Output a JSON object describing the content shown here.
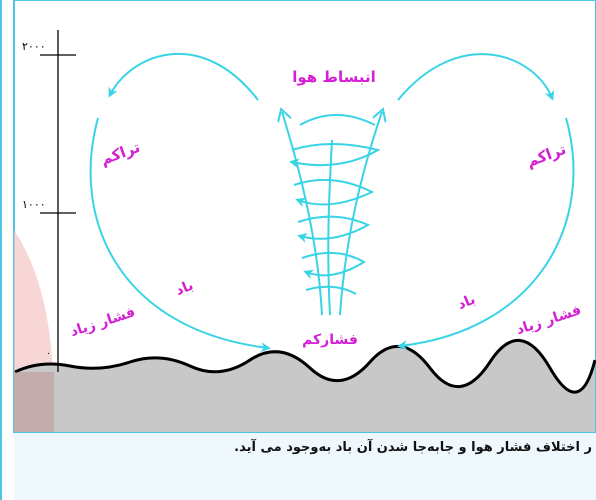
{
  "colors": {
    "arrow": "#38d4e6",
    "label": "#d41fd4",
    "ground": "#c8c8c8",
    "frame": "#4fc3e3",
    "axis": "#000000"
  },
  "axis": {
    "ticks": [
      "۲۰۰۰",
      "۱۰۰۰",
      "۰"
    ]
  },
  "labels": {
    "expansion": "انبساط هوا",
    "accumulation_left": "تراکم",
    "accumulation_right": "تراکم",
    "wind_left": "باد",
    "wind_right": "باد",
    "high_pressure_left": "فشار زیاد",
    "high_pressure_right": "فشار زیاد",
    "low_pressure": "فشارکم"
  },
  "caption": "ر اختلاف فشار هوا و جابه‌جا شدن آن باد به‌وجود می آید."
}
